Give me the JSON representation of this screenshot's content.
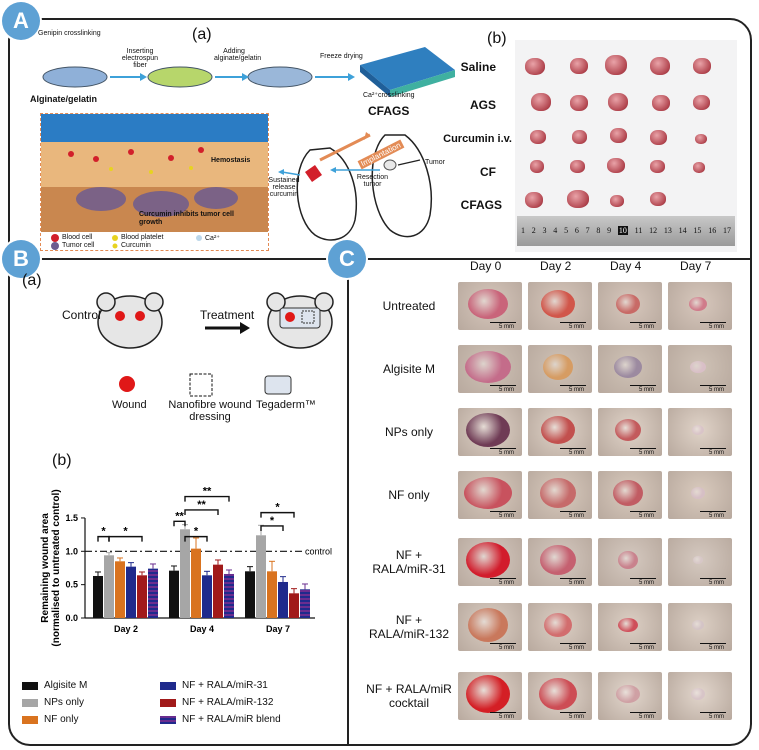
{
  "badges": {
    "A": "A",
    "B": "B",
    "C": "C"
  },
  "panelA": {
    "a_label": "(a)",
    "b_label": "(b)",
    "steps": [
      "Genipin crosslinking",
      "Inserting electrospun fiber",
      "Adding alginate/gelatin",
      "Freeze drying",
      "Ca²⁺crosslinking"
    ],
    "dish_label": "Alginate/gelatin",
    "product": "CFAGS",
    "mouse_labels": {
      "implantation": "Implantation",
      "tumor": "Tumor",
      "resection": "Resection tumor",
      "release": "Sustained release curcumin"
    },
    "inset": {
      "hemostasis": "Hemostasis",
      "inhibits": "Curcumin inhibits tumor cell  growth"
    },
    "legend": [
      "Blood cell",
      "Blood platelet",
      "Ca²⁺",
      "Tumor cell",
      "Curcumin"
    ],
    "photo_rows": [
      "Saline",
      "AGS",
      "Curcumin i.v.",
      "CF",
      "CFAGS"
    ],
    "ruler_numbers": [
      "1",
      "2",
      "3",
      "4",
      "5",
      "6",
      "7",
      "8",
      "9",
      "10",
      "11",
      "12",
      "13",
      "14",
      "15",
      "16",
      "17"
    ]
  },
  "panelB": {
    "a_label": "(a)",
    "b_label": "(b)",
    "schematic": {
      "control": "Control",
      "treatment": "Treatment",
      "wound": "Wound",
      "nanofibre": "Nanofibre wound dressing",
      "tegaderm": "Tegaderm™"
    },
    "significance": [
      {
        "group": "Day 2",
        "labels": [
          "*",
          "*"
        ]
      },
      {
        "group": "Day 4",
        "labels": [
          "**",
          "**",
          "**",
          "*"
        ]
      },
      {
        "group": "Day 7",
        "labels": [
          "*",
          "*"
        ]
      }
    ],
    "control_label": "control"
  },
  "chart_data": {
    "type": "bar",
    "categories": [
      "Day 2",
      "Day 4",
      "Day 7"
    ],
    "ylabel": "Remaining wound area (normalised to untreated control)",
    "ylim": [
      0,
      1.5
    ],
    "yticks": [
      "0.0",
      "0.5",
      "1.0",
      "1.5"
    ],
    "reference_line": 1.0,
    "series": [
      {
        "name": "Algisite M",
        "color": "#111111",
        "values": [
          0.63,
          0.71,
          0.7
        ],
        "errors": [
          0.06,
          0.07,
          0.07
        ]
      },
      {
        "name": "NPs only",
        "color": "#a6a6a6",
        "values": [
          0.94,
          1.33,
          1.24
        ],
        "errors": [
          0.04,
          0.07,
          0.15
        ]
      },
      {
        "name": "NF only",
        "color": "#d9731f",
        "values": [
          0.85,
          1.04,
          0.7
        ],
        "errors": [
          0.05,
          0.16,
          0.15
        ]
      },
      {
        "name": "NF + RALA/miR-31",
        "color": "#1f2a8c",
        "values": [
          0.77,
          0.64,
          0.54
        ],
        "errors": [
          0.06,
          0.06,
          0.08
        ]
      },
      {
        "name": "NF + RALA/miR-132",
        "color": "#a11a1a",
        "values": [
          0.64,
          0.8,
          0.37
        ],
        "errors": [
          0.05,
          0.07,
          0.07
        ]
      },
      {
        "name": "NF + RALA/miR blend",
        "color": "#6a2d8f",
        "values": [
          0.74,
          0.66,
          0.43
        ],
        "errors": [
          0.07,
          0.06,
          0.08
        ]
      }
    ]
  },
  "panelC": {
    "days": [
      "Day 0",
      "Day 2",
      "Day 4",
      "Day 7"
    ],
    "rows": [
      {
        "label": "Untreated"
      },
      {
        "label": "Algisite M"
      },
      {
        "label": "NPs only"
      },
      {
        "label": "NF only"
      },
      {
        "label": "NF +\nRALA/miR-31"
      },
      {
        "label": "NF +\nRALA/miR-132"
      },
      {
        "label": "NF + RALA/miR\ncocktail"
      }
    ],
    "scale": "5 mm"
  }
}
